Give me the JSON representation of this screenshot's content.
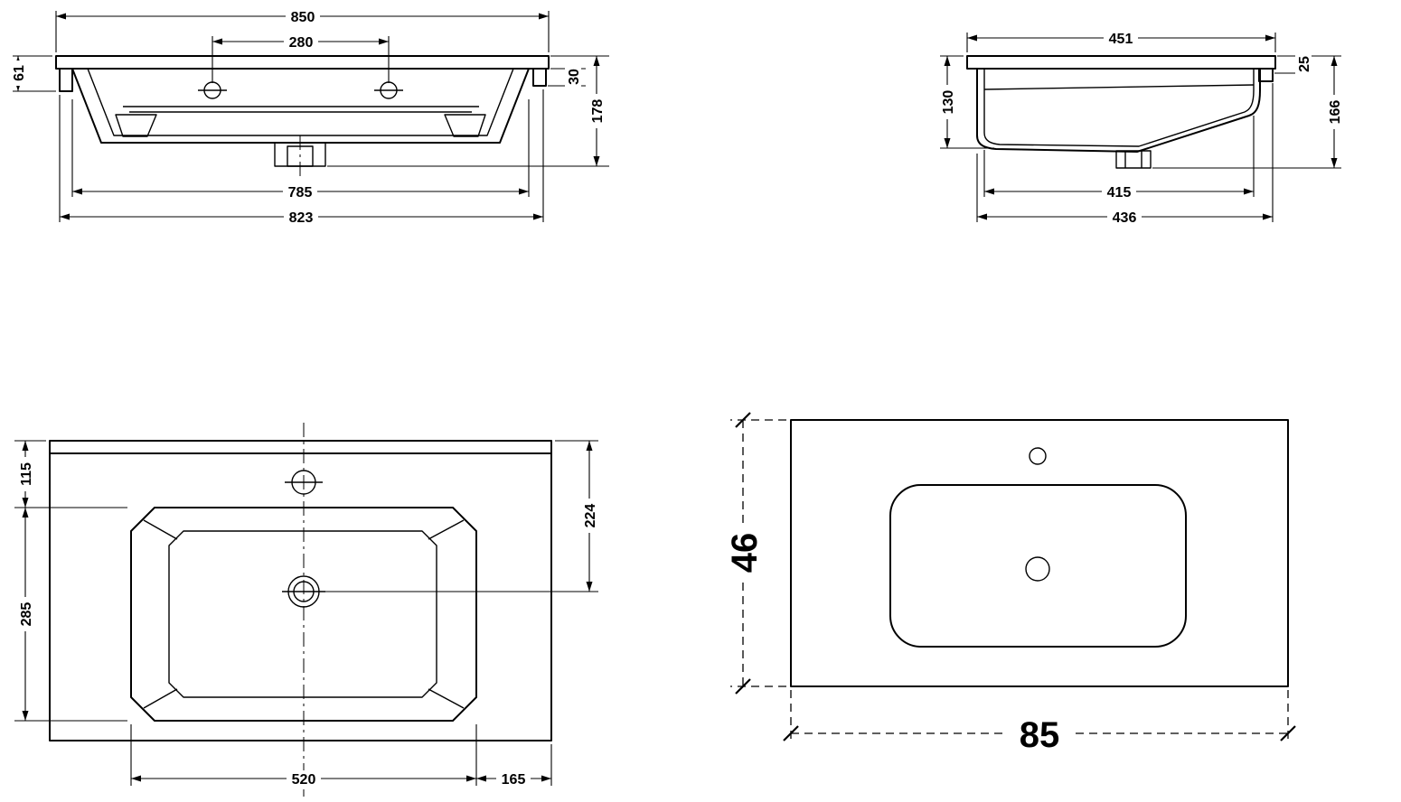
{
  "drawing": {
    "background": "#ffffff",
    "line_color": "#000000",
    "views": {
      "front_elevation": {
        "dims": {
          "overall_width": "850",
          "faucet_spacing": "280",
          "left_edge_height": "61",
          "rim_height": "30",
          "total_height": "178",
          "bowl_opening_width": "785",
          "body_width": "823"
        }
      },
      "side_elevation": {
        "dims": {
          "top_depth": "451",
          "rear_edge": "25",
          "front_height": "130",
          "rear_height": "166",
          "bowl_depth": "415",
          "body_depth": "436"
        }
      },
      "plan": {
        "dims": {
          "edge_to_basin": "115",
          "edge_to_drain": "224",
          "basin_side": "285",
          "basin_width": "520",
          "basin_to_edge": "165"
        }
      },
      "overall": {
        "dims": {
          "depth": "46",
          "width": "85"
        }
      }
    }
  }
}
